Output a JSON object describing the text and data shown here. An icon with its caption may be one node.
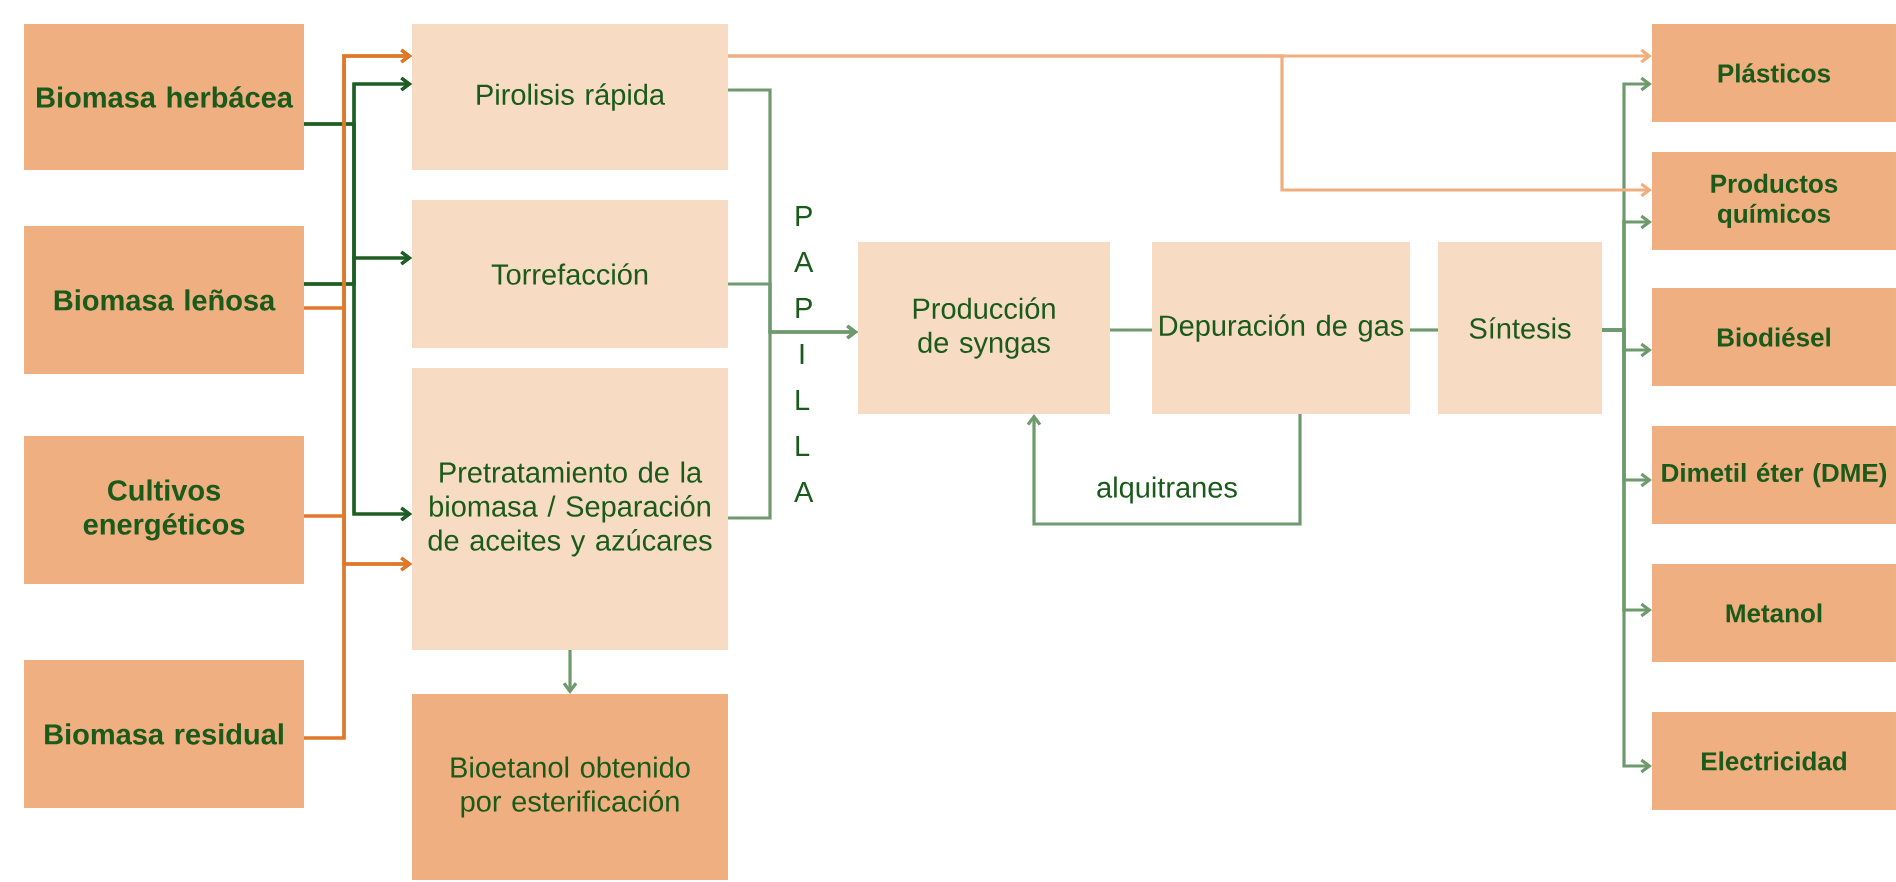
{
  "diagram": {
    "nodes": [
      {
        "text": [
          "Biomasa herbácea"
        ]
      },
      {
        "text": [
          "Biomasa leñosa"
        ]
      },
      {
        "text": [
          "Cultivos energéticos"
        ]
      },
      {
        "text": [
          "Biomasa residual"
        ]
      },
      {
        "text": [
          "Pirolisis rápida"
        ]
      },
      {
        "text": [
          "Torrefacción"
        ]
      },
      {
        "text": [
          "Pretratamiento de la biomasa / Separación de aceites y azúcares"
        ]
      },
      {
        "text": [
          "Bioetanol obtenido por esterificación"
        ]
      },
      {
        "text": [
          "Producción de syngas"
        ]
      },
      {
        "text": [
          "Depuración de gas"
        ]
      },
      {
        "text": [
          "Síntesis"
        ]
      },
      {
        "text": [
          "Plásticos"
        ]
      },
      {
        "text": [
          "Productos químicos"
        ]
      },
      {
        "text": [
          "Biodiésel"
        ]
      },
      {
        "text": [
          "Dimetil éter (DME)"
        ]
      },
      {
        "text": [
          "Metanol"
        ]
      },
      {
        "text": [
          "Electricidad"
        ]
      }
    ],
    "edges": [
      {
        "from": 0,
        "to": 4,
        "arrow": "to",
        "color": "#1e5e22"
      },
      {
        "from": 0,
        "to": 5,
        "arrow": "to",
        "color": "#1e5e22"
      },
      {
        "from": 0,
        "to": 6,
        "arrow": "to",
        "color": "#1e5e22"
      },
      {
        "from": 1,
        "to": 4,
        "arrow": "to",
        "color": "#1e5e22"
      },
      {
        "from": 1,
        "to": 5,
        "arrow": "to",
        "color": "#1e5e22"
      },
      {
        "from": 1,
        "to": 6,
        "arrow": "to",
        "color": "#1e5e22"
      },
      {
        "from": 1,
        "to": 4,
        "arrow": "to",
        "color": "#e0782a"
      },
      {
        "from": 1,
        "to": 6,
        "arrow": "to",
        "color": "#e0782a"
      },
      {
        "from": 2,
        "to": 4,
        "arrow": "to",
        "color": "#e0782a"
      },
      {
        "from": 2,
        "to": 6,
        "arrow": "to",
        "color": "#e0782a"
      },
      {
        "from": 3,
        "to": 4,
        "arrow": "to",
        "color": "#e0782a"
      },
      {
        "from": 3,
        "to": 6,
        "arrow": "to",
        "color": "#e0782a"
      },
      {
        "from": 4,
        "to": 8,
        "arrow": "to"
      },
      {
        "from": 5,
        "to": 8,
        "arrow": "to"
      },
      {
        "from": 6,
        "to": 8,
        "arrow": "to"
      },
      {
        "from": 6,
        "to": 7,
        "arrow": "to"
      },
      {
        "from": 8,
        "to": 9,
        "arrow": "none"
      },
      {
        "from": 9,
        "to": 10,
        "arrow": "none"
      },
      {
        "from": 9,
        "to": 8,
        "arrow": "to",
        "label": "alquitranes"
      },
      {
        "from": 10,
        "to": 11,
        "arrow": "to"
      },
      {
        "from": 10,
        "to": 12,
        "arrow": "to"
      },
      {
        "from": 10,
        "to": 13,
        "arrow": "to"
      },
      {
        "from": 10,
        "to": 14,
        "arrow": "to"
      },
      {
        "from": 10,
        "to": 15,
        "arrow": "to"
      },
      {
        "from": 10,
        "to": 16,
        "arrow": "to"
      },
      {
        "from": 4,
        "to": 11,
        "arrow": "to",
        "color": "#f0ae80"
      },
      {
        "from": 4,
        "to": 12,
        "arrow": "to",
        "color": "#f0ae80"
      }
    ],
    "labels": [
      "P A P I L L A"
    ]
  }
}
